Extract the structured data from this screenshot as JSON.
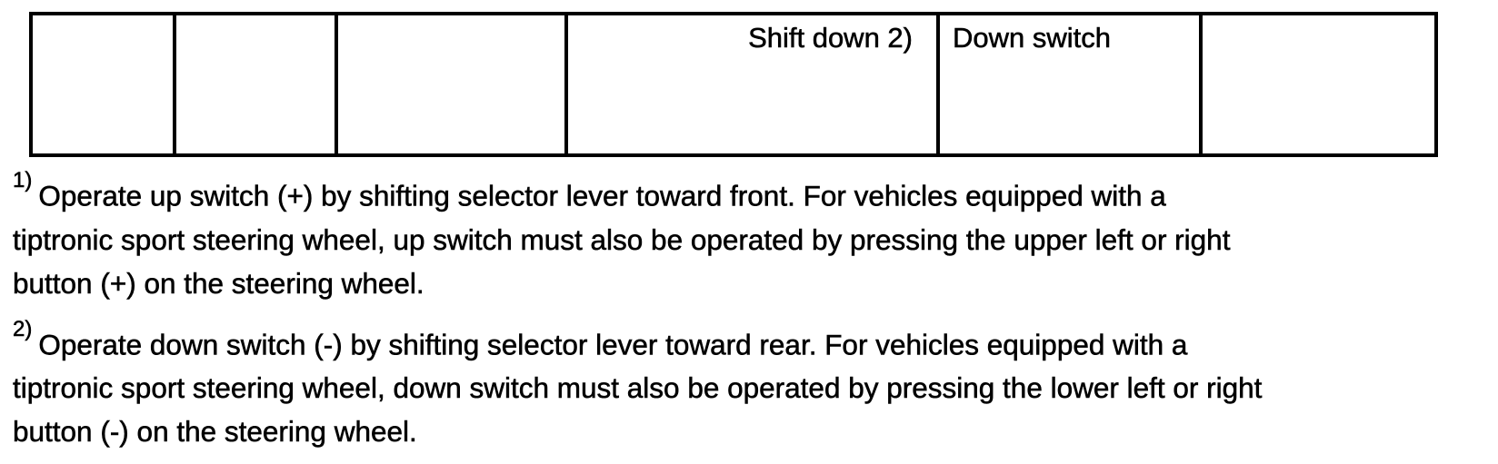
{
  "page": {
    "background": "#ffffff",
    "text_color": "#000000"
  },
  "table": {
    "visible_rows": 1,
    "columns": 6,
    "cells": [
      "",
      "",
      "",
      "Shift down 2)",
      "Down switch",
      ""
    ]
  },
  "footnotes": [
    {
      "marker": "1)",
      "text": "Operate up switch (+) by shifting selector lever toward front. For vehicles equipped with a\ntiptronic sport steering wheel, up switch must also be operated by pressing the upper left or right\nbutton (+) on the steering wheel."
    },
    {
      "marker": "2)",
      "text": "Operate down switch (-) by shifting selector lever toward rear. For vehicles equipped with a\ntiptronic sport steering wheel, down switch must also be operated by pressing the lower left or right\nbutton (-) on the steering wheel."
    }
  ]
}
